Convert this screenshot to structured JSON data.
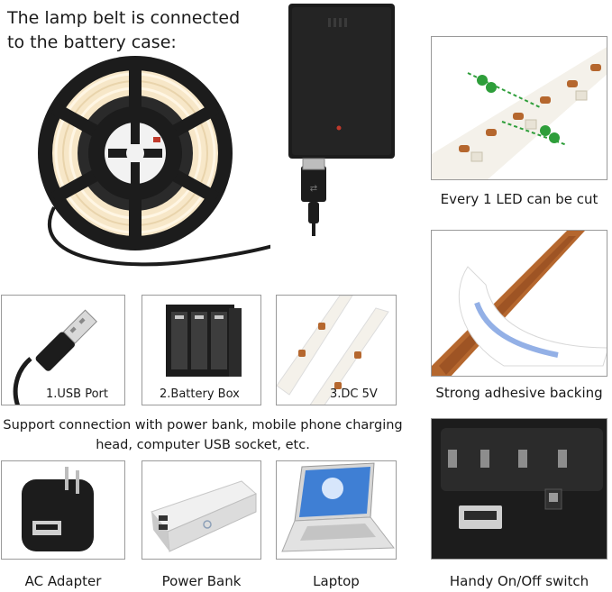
{
  "top": {
    "title_line1": "The lamp belt is connected",
    "title_line2": "to the battery case:"
  },
  "right_panels": [
    {
      "caption": "Every 1 LED can be cut"
    },
    {
      "caption": "Strong adhesive backing"
    },
    {
      "caption": "Handy On/Off switch"
    }
  ],
  "middle_row": [
    {
      "label": "1.USB Port"
    },
    {
      "label": "2.Battery Box"
    },
    {
      "label": "3.DC 5V"
    }
  ],
  "support_note": {
    "line1": "Support connection with power bank, mobile phone charging",
    "line2": "head, computer USB socket, etc."
  },
  "bottom_row": [
    {
      "caption": "AC Adapter"
    },
    {
      "caption": "Power Bank"
    },
    {
      "caption": "Laptop"
    }
  ],
  "colors": {
    "device_black": "#1c1c1c",
    "strip_white": "#f4f1ea",
    "led_warm": "#f7e7c8",
    "resistor_copper": "#b5672e",
    "cut_marker": "#2e9e3a",
    "border_gray": "#9a9a9a"
  }
}
